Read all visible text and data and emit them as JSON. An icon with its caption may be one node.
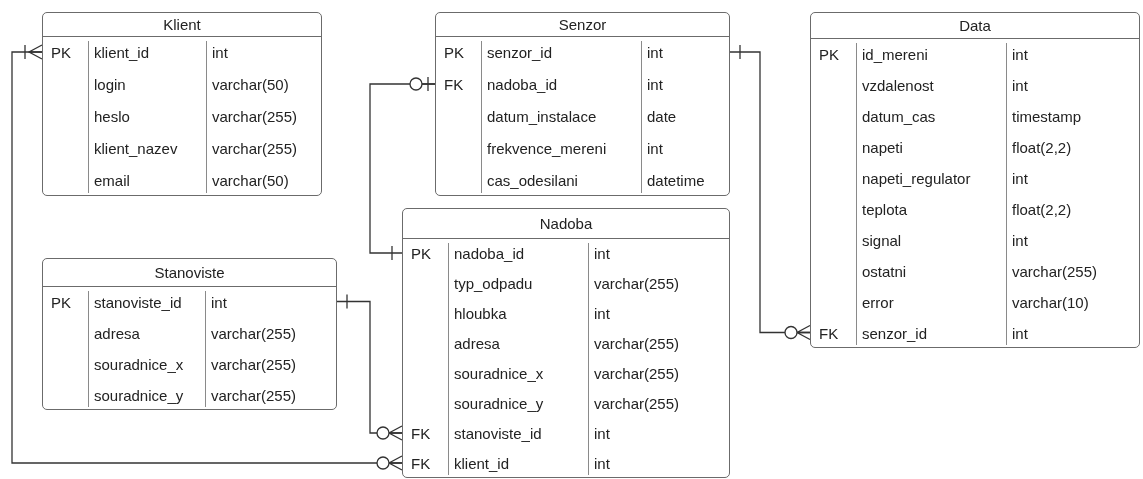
{
  "diagram": {
    "nodes": [
      {
        "text": [
          "Klient",
          "PK",
          "klient_id",
          "int",
          "login",
          "varchar(50)",
          "heslo",
          "varchar(255)",
          "klient_nazev",
          "varchar(255)",
          "email",
          "varchar(50)"
        ]
      },
      {
        "text": [
          "Senzor",
          "PK",
          "senzor_id",
          "int",
          "FK",
          "nadoba_id",
          "int",
          "datum_instalace",
          "date",
          "frekvence_mereni",
          "int",
          "cas_odesilani",
          "datetime"
        ]
      },
      {
        "text": [
          "Data",
          "PK",
          "id_mereni",
          "int",
          "vzdalenost",
          "int",
          "datum_cas",
          "timestamp",
          "napeti",
          "float(2,2)",
          "napeti_regulator",
          "int",
          "teplota",
          "float(2,2)",
          "signal",
          "int",
          "ostatni",
          "varchar(255)",
          "error",
          "varchar(10)",
          "FK",
          "senzor_id",
          "int"
        ]
      },
      {
        "text": [
          "Stanoviste",
          "PK",
          "stanoviste_id",
          "int",
          "adresa",
          "varchar(255)",
          "souradnice_x",
          "varchar(255)",
          "souradnice_y",
          "varchar(255)"
        ]
      },
      {
        "text": [
          "Nadoba",
          "PK",
          "nadoba_id",
          "int",
          "typ_odpadu",
          "varchar(255)",
          "hloubka",
          "int",
          "adresa",
          "varchar(255)",
          "souradnice_x",
          "varchar(255)",
          "souradnice_y",
          "varchar(255)",
          "FK",
          "stanoviste_id",
          "int",
          "FK",
          "klient_id",
          "int"
        ]
      }
    ],
    "edges": [
      {
        "from": 0,
        "to": 4,
        "arrow": "other"
      },
      {
        "from": 1,
        "to": 4,
        "arrow": "other"
      },
      {
        "from": 3,
        "to": 4,
        "arrow": "other"
      },
      {
        "from": 1,
        "to": 2,
        "arrow": "other"
      }
    ]
  }
}
